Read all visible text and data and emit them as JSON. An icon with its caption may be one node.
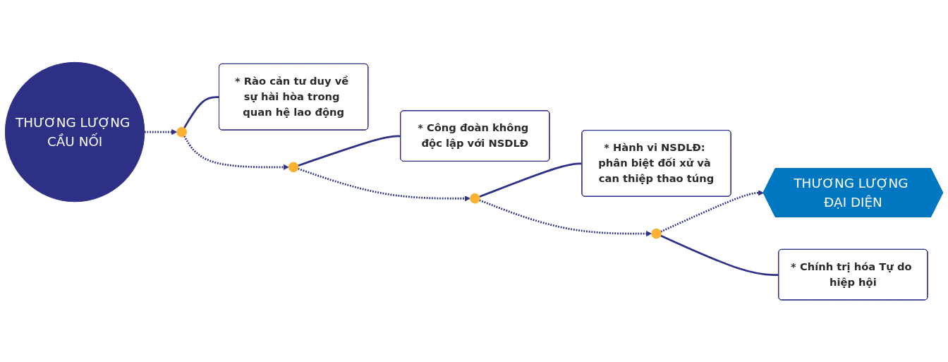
{
  "diagram": {
    "nodes": [
      {
        "text": [
          "THƯƠNG LƯỢNG CẦU NỐI"
        ]
      },
      {
        "text": [
          "* Rào cản tư duy về sự hài hòa trong quan hệ lao động"
        ]
      },
      {
        "text": [],
        "shape": "star"
      },
      {
        "text": [],
        "shape": "star"
      },
      {
        "text": [
          "* Công đoàn không độc lập với NSDLĐ"
        ]
      },
      {
        "text": [
          "* Hành vi NSDLĐ: phân biệt đối xử và can thiệp thao túng"
        ]
      },
      {
        "text": [],
        "shape": "star"
      },
      {
        "text": [],
        "shape": "star"
      },
      {
        "text": [
          "* Chính trị hóa Tự do hiệp hội"
        ]
      },
      {
        "text": [
          "THƯƠNG LƯỢNG ĐẠI DIỆN"
        ]
      }
    ],
    "edges": [
      {
        "from": 0,
        "to": 2,
        "arrow": "to",
        "style": "dashed"
      },
      {
        "from": 2,
        "to": 3,
        "arrow": "to",
        "style": "dashed"
      },
      {
        "from": 3,
        "to": 6,
        "arrow": "to",
        "style": "dashed"
      },
      {
        "from": 6,
        "to": 7,
        "arrow": "to",
        "style": "dashed"
      },
      {
        "from": 7,
        "to": 9,
        "arrow": "to",
        "style": "dashed"
      },
      {
        "from": 1,
        "to": 2,
        "arrow": "none"
      },
      {
        "from": 4,
        "to": 3,
        "arrow": "none"
      },
      {
        "from": 5,
        "to": 6,
        "arrow": "none"
      },
      {
        "from": 8,
        "to": 7,
        "arrow": "none"
      }
    ]
  }
}
